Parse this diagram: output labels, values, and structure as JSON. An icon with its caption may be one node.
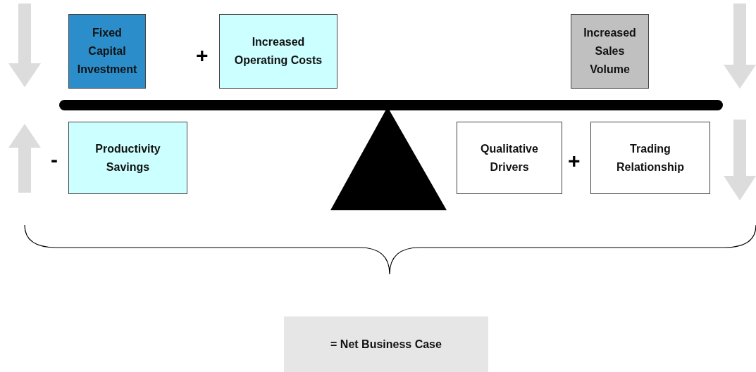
{
  "diagram": {
    "nodes": [
      {
        "text": [
          "Fixed Capital Investment"
        ]
      },
      {
        "text": [
          "Increased Operating Costs"
        ]
      },
      {
        "text": [
          "Increased Sales Volume"
        ]
      },
      {
        "text": [
          "Productivity Savings"
        ]
      },
      {
        "text": [
          "Qualitative Drivers"
        ]
      },
      {
        "text": [
          "Trading Relationship"
        ]
      },
      {
        "text": [
          "= Net Business Case"
        ]
      }
    ],
    "edges": [],
    "labels": [
      "+",
      "-",
      "+"
    ]
  }
}
